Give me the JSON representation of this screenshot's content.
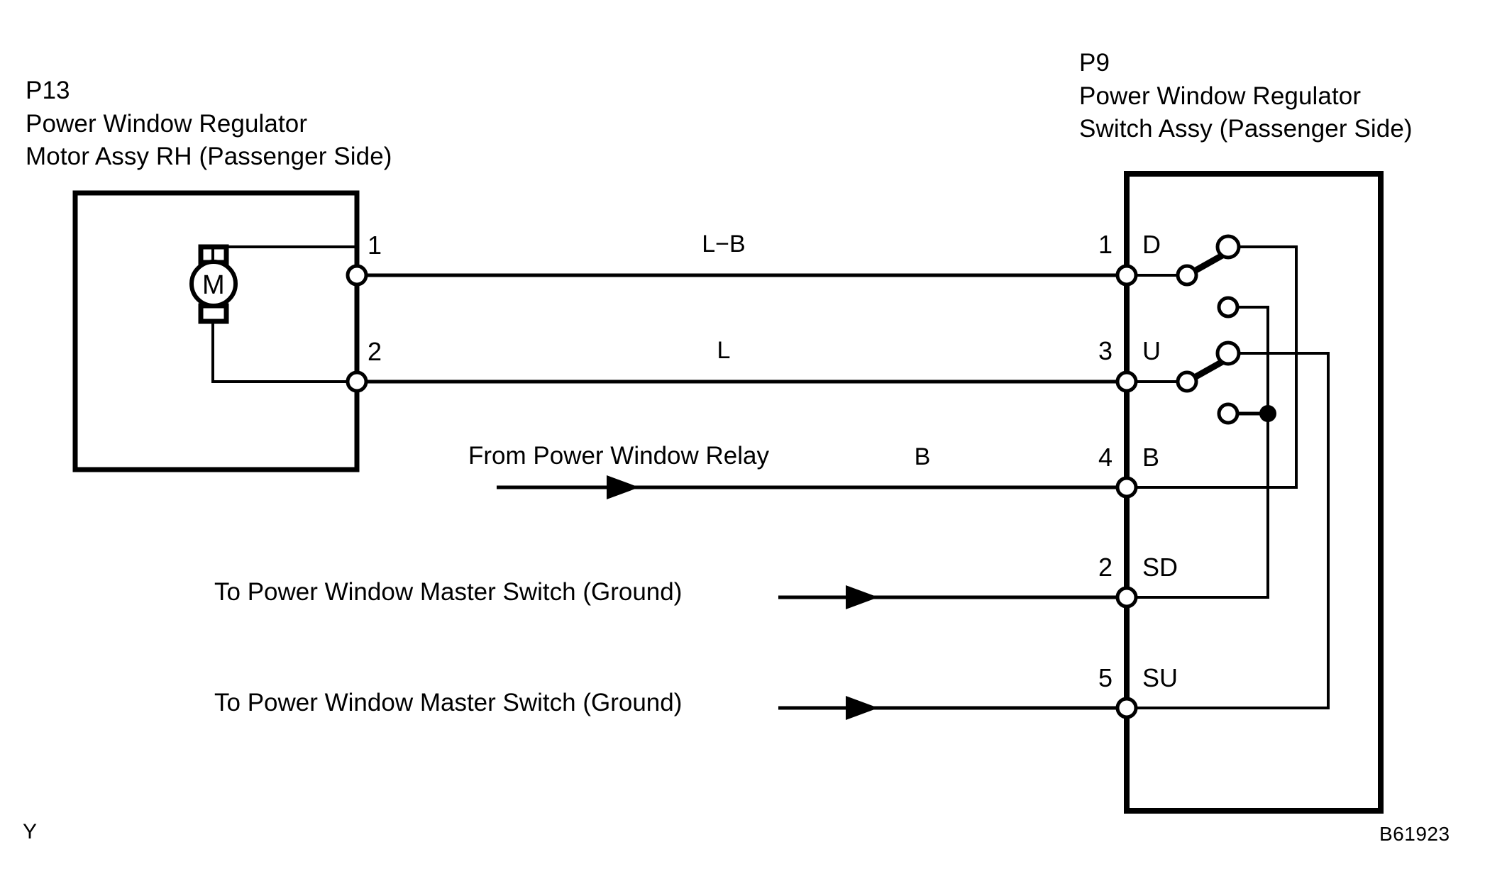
{
  "figure": {
    "code": "B61923",
    "corner_mark": "Y"
  },
  "connectors": [
    {
      "id": "P13",
      "code": "P13",
      "title_lines": [
        "Power Window Regulator",
        "Motor Assy RH (Passenger Side)"
      ],
      "component_icon": "motor-icon",
      "motor_symbol": "M",
      "pins": [
        {
          "number": "1",
          "name": ""
        },
        {
          "number": "2",
          "name": ""
        }
      ]
    },
    {
      "id": "P9",
      "code": "P9",
      "title_lines": [
        "Power Window Regulator",
        "Switch Assy (Passenger Side)"
      ],
      "component_icon": "switch-assy-icon",
      "pins": [
        {
          "number": "1",
          "name": "D"
        },
        {
          "number": "3",
          "name": "U"
        },
        {
          "number": "4",
          "name": "B"
        },
        {
          "number": "2",
          "name": "SD"
        },
        {
          "number": "5",
          "name": "SU"
        }
      ]
    }
  ],
  "wires": [
    {
      "code": "L−B",
      "from_pin": "1",
      "to_pin": "1"
    },
    {
      "code": "L",
      "from_pin": "2",
      "to_pin": "3"
    },
    {
      "code": "B",
      "from_pin": "",
      "to_pin": "4"
    }
  ],
  "flows": [
    {
      "text": "From Power Window Relay",
      "direction": "right",
      "arrow_icon": "arrow-right-icon",
      "wire_code": "B",
      "target_pin": "4"
    },
    {
      "text": "To Power Window Master Switch (Ground)",
      "direction": "left",
      "arrow_icon": "arrow-left-icon",
      "wire_code": "",
      "target_pin": "2"
    },
    {
      "text": "To Power Window Master Switch (Ground)",
      "direction": "left",
      "arrow_icon": "arrow-left-icon",
      "wire_code": "",
      "target_pin": "5"
    }
  ],
  "colors": {
    "line": "#000000",
    "background": "#ffffff",
    "junction_fill": "#000000",
    "terminal_fill": "#ffffff"
  }
}
